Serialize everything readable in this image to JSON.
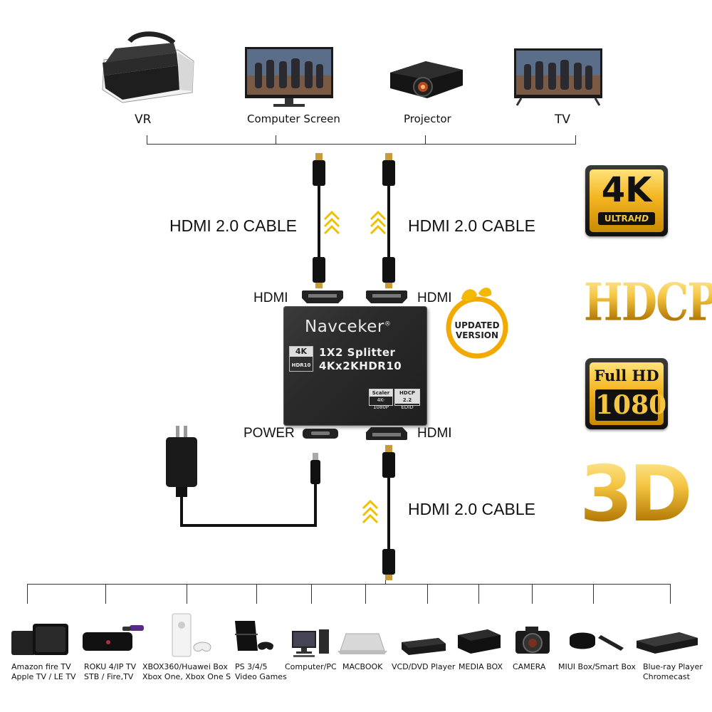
{
  "outputs": {
    "devices": [
      {
        "label": "VR",
        "icon": "vr-headset-icon"
      },
      {
        "label": "Computer Screen",
        "icon": "monitor-icon"
      },
      {
        "label": "Projector",
        "icon": "projector-icon"
      },
      {
        "label": "TV",
        "icon": "tv-icon"
      }
    ]
  },
  "cables": {
    "out_left_label": "HDMI 2.0 CABLE",
    "out_right_label": "HDMI 2.0 CABLE",
    "in_label": "HDMI 2.0 CABLE"
  },
  "splitter": {
    "brand": "Navceker",
    "registered": "®",
    "title": "1X2 Splitter",
    "subtitle": "4Kx2KHDR10",
    "badge_4k_top": "4K",
    "badge_4k_bottom": "HDR10",
    "chip_scaler": "Scaler",
    "chip_scaler_sub": "4K-1080P",
    "chip_hdcp": "HDCP 2.2",
    "chip_edid": "EDID",
    "port_out_left": "HDMI",
    "port_out_right": "HDMI",
    "port_power": "POWER",
    "port_in": "HDMI"
  },
  "updated_badge": {
    "line1": "UPDATED",
    "line2": "VERSION"
  },
  "feature_badges": {
    "k4": {
      "big": "4K",
      "small": "ULTRA",
      "small2": "HD"
    },
    "hdcp": {
      "text": "HDCP"
    },
    "fullhd": {
      "line1": "Full HD",
      "line2": "1080"
    },
    "threed": {
      "text": "3D"
    }
  },
  "sources": [
    {
      "line1": "Amazon fire TV",
      "line2": "Apple TV / LE TV",
      "icon": "fire-tv-box-icon"
    },
    {
      "line1": "ROKU 4/IP TV",
      "line2": "STB / Fire,TV",
      "icon": "roku-box-icon"
    },
    {
      "line1": "XBOX360/Huawei Box",
      "line2": "Xbox One, Xbox One S",
      "icon": "xbox-console-icon"
    },
    {
      "line1": "PS 3/4/5",
      "line2": "Video Games",
      "icon": "playstation-console-icon"
    },
    {
      "line1": "Computer/PC",
      "line2": "",
      "icon": "desktop-pc-icon"
    },
    {
      "line1": "MACBOOK",
      "line2": "",
      "icon": "laptop-icon"
    },
    {
      "line1": "VCD/DVD Player",
      "line2": "",
      "icon": "dvd-player-icon"
    },
    {
      "line1": "MEDIA BOX",
      "line2": "",
      "icon": "media-box-icon"
    },
    {
      "line1": "CAMERA",
      "line2": "",
      "icon": "camera-icon"
    },
    {
      "line1": "MIUI Box/Smart Box",
      "line2": "",
      "icon": "smart-box-icon"
    },
    {
      "line1": "Blue-ray Player",
      "line2": "Chromecast",
      "icon": "bluray-player-icon"
    }
  ]
}
